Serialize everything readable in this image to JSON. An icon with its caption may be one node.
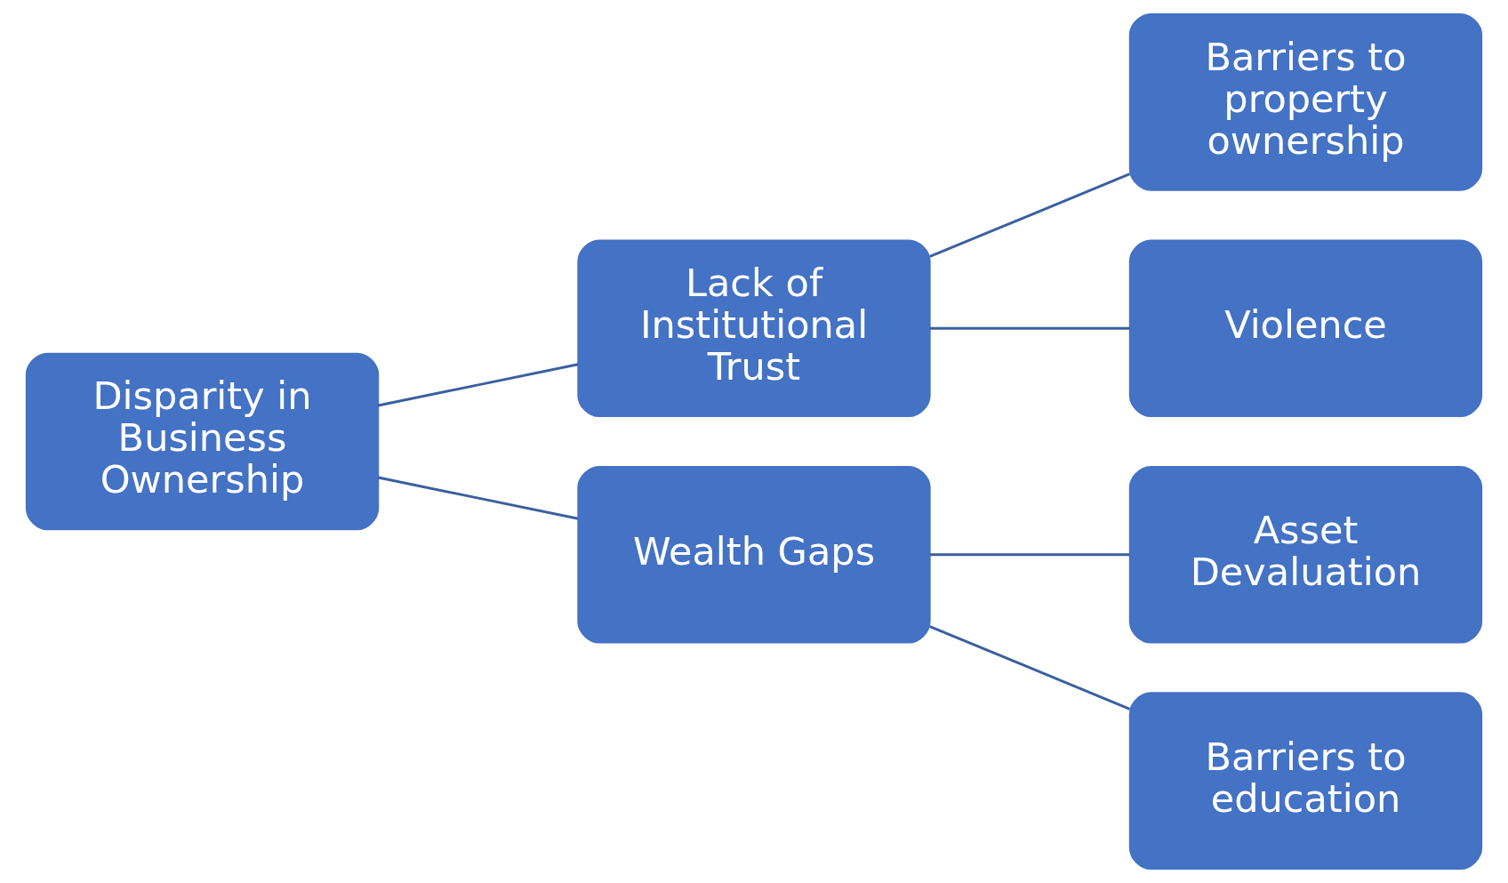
{
  "diagram": {
    "nodes": [
      {
        "text": [
          "Disparity in Business Ownership"
        ]
      },
      {
        "text": [
          "Lack of Institutional Trust"
        ]
      },
      {
        "text": [
          "Wealth Gaps"
        ]
      },
      {
        "text": [
          "Barriers to property ownership"
        ]
      },
      {
        "text": [
          "Violence"
        ]
      },
      {
        "text": [
          "Asset Devaluation"
        ]
      },
      {
        "text": [
          "Barriers to education"
        ]
      }
    ],
    "edges": [
      {
        "from": 0,
        "to": 1,
        "arrow": "none"
      },
      {
        "from": 0,
        "to": 2,
        "arrow": "none"
      },
      {
        "from": 1,
        "to": 3,
        "arrow": "none"
      },
      {
        "from": 1,
        "to": 4,
        "arrow": "none"
      },
      {
        "from": 2,
        "to": 5,
        "arrow": "none"
      },
      {
        "from": 2,
        "to": 6,
        "arrow": "none"
      }
    ]
  }
}
